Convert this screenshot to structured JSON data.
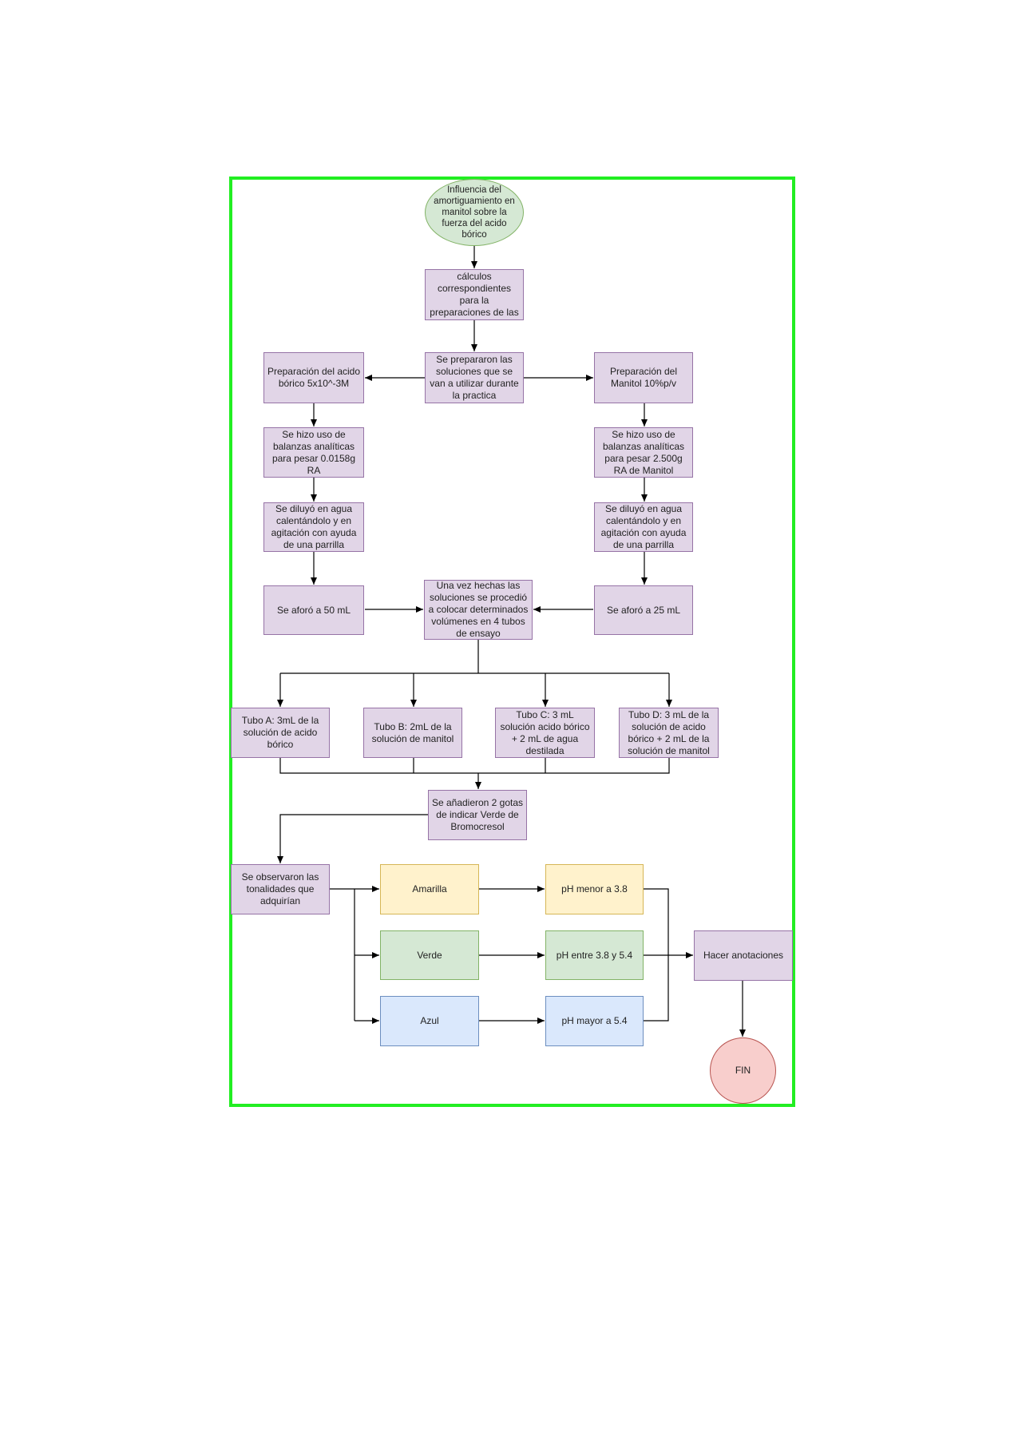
{
  "colors": {
    "frame": "#22ee22",
    "purple_fill": "#e1d5e7",
    "purple_stroke": "#9673a6",
    "yellow_fill": "#fff2cc",
    "yellow_stroke": "#d6b656",
    "green_fill": "#d5e8d4",
    "green_stroke": "#82b366",
    "blue_fill": "#dae8fc",
    "blue_stroke": "#6c8ebf",
    "red_fill": "#f8cecc",
    "red_stroke": "#b85450",
    "connector": "#000000"
  },
  "nodes": {
    "start": "Influencia del amortiguamiento en manitol sobre la fuerza del acido bórico",
    "calculos": "Se realizaron cálculos correspondientes para la preparaciones de las soluciones",
    "soluciones": "Se prepararon las soluciones que se van a utilizar durante la practica",
    "prep_acido": "Preparación del acido bórico 5x10^-3M",
    "prep_manitol": "Preparación del Manitol 10%p/v",
    "balanza_acido": "Se hizo uso de balanzas analíticas para pesar 0.0158g RA",
    "balanza_manitol": "Se hizo uso de balanzas analíticas para pesar 2.500g RA de Manitol",
    "diluyo_acido": "Se diluyó en agua calentándolo y en agitación con ayuda de una parrilla",
    "diluyo_manitol": "Se diluyó en agua calentándolo y en agitación con ayuda de una parrilla",
    "aforo_50": "Se aforó a 50 mL",
    "aforo_25": "Se aforó a 25 mL",
    "volumenes": "Una vez hechas las soluciones se procedió a colocar determinados volúmenes en 4 tubos de ensayo",
    "tubo_a": "Tubo A: 3mL de la solución de acido bórico",
    "tubo_b": "Tubo B: 2mL de la solución de manitol",
    "tubo_c": "Tubo C: 3 mL solución acido bórico + 2 mL de agua destilada",
    "tubo_d": "Tubo D: 3 mL de la solución de acido bórico + 2 mL de la solución de manitol",
    "gotas": "Se añadieron 2 gotas de indicar Verde de Bromocresol",
    "observaron": "Se observaron las tonalidades que adquirían",
    "amarilla": "Amarilla",
    "verde": "Verde",
    "azul": "Azul",
    "ph_menor": "pH menor a 3.8",
    "ph_entre": "pH entre 3.8 y 5.4",
    "ph_mayor": "pH mayor a 5.4",
    "anotaciones": "Hacer anotaciones",
    "fin": "FIN"
  }
}
